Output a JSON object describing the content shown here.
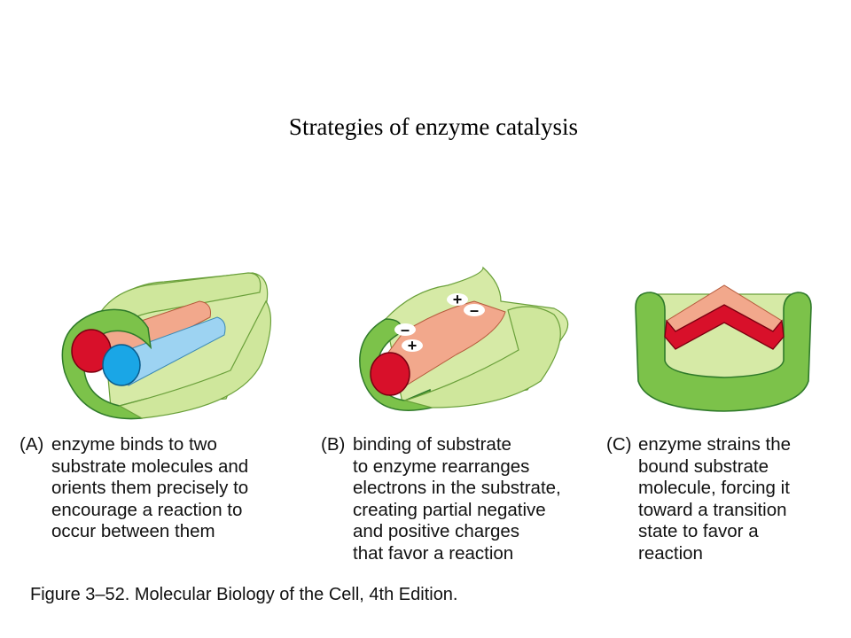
{
  "title": "Strategies of enzyme catalysis",
  "panels": [
    {
      "label": "(A)",
      "lines": [
        "enzyme binds to two",
        "substrate molecules and",
        "orients them precisely to",
        "encourage a reaction to",
        "occur between them"
      ]
    },
    {
      "label": "(B)",
      "lines": [
        "binding of substrate",
        "to enzyme rearranges",
        "electrons in the substrate,",
        "creating partial negative",
        "and positive charges",
        "that favor a reaction"
      ],
      "charges": [
        "+",
        "–",
        "–",
        "+"
      ]
    },
    {
      "label": "(C)",
      "lines": [
        "enzyme strains the",
        "bound substrate",
        "molecule, forcing it",
        "toward a transition",
        "state to favor a",
        "reaction"
      ]
    }
  ],
  "footer": "Figure 3–52. Molecular Biology of the Cell, 4th Edition.",
  "colors": {
    "enzyme_light": "#d6eaa6",
    "enzyme_dark": "#7cc24a",
    "enzyme_outline": "#2f7a2a",
    "substrate_red": "#d8102a",
    "substrate_salmon": "#f2a88c",
    "substrate_blue": "#1aa6e6",
    "substrate_lightblue": "#9dd3f2"
  }
}
